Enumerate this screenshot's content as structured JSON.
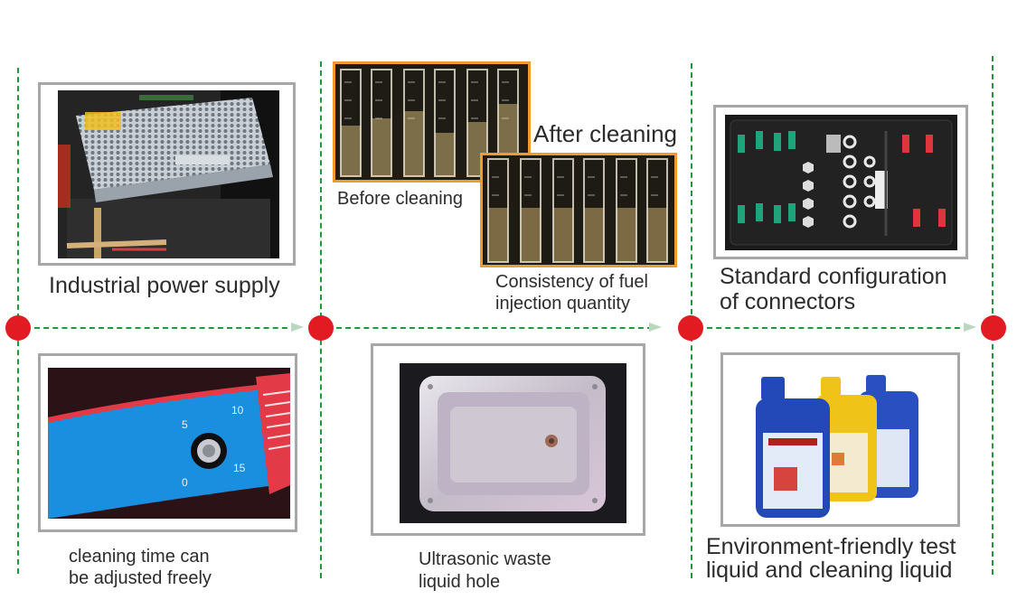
{
  "captions": {
    "power_supply": "Industrial power supply",
    "after_cleaning": "After cleaning",
    "before_cleaning": "Before cleaning",
    "consistency_line1": "Consistency of fuel",
    "consistency_line2": "injection quantity",
    "connectors_line1": "Standard configuration",
    "connectors_line2": "of connectors",
    "timer_line1": "cleaning time can",
    "timer_line2": "be adjusted freely",
    "hole_line1": "Ultrasonic waste",
    "hole_line2": "liquid hole",
    "liquid_line1": "Environment-friendly test",
    "liquid_line2": "liquid and cleaning liquid"
  },
  "timer_dial": {
    "marks": [
      "0",
      "5",
      "10",
      "15"
    ]
  },
  "colors": {
    "dashed_line": "#1f9a3a",
    "timeline_dot": "#e21b22",
    "frame_gray": "#a7a7a7",
    "beaker_frame_orange": "#f29a2e",
    "panel_blue": "#1a8fe0"
  }
}
